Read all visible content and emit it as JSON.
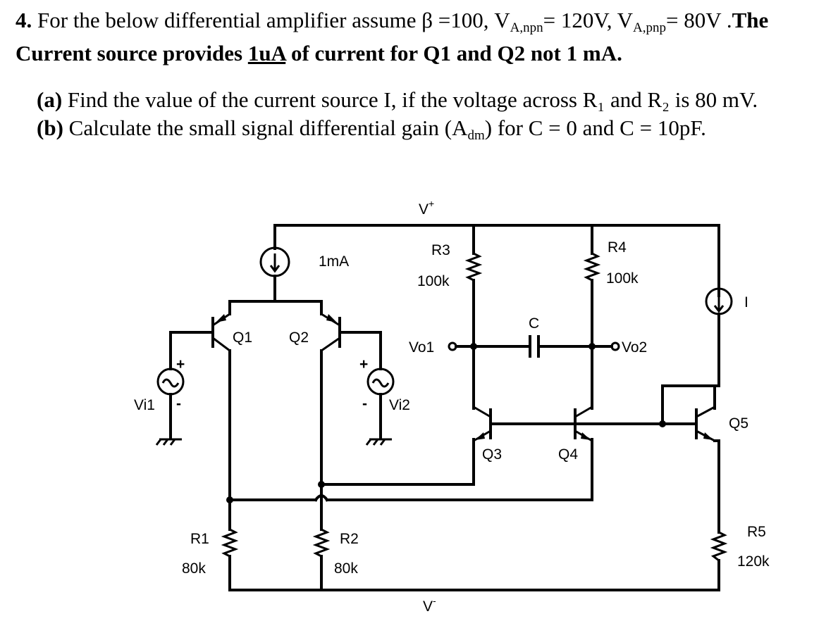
{
  "problem": {
    "line1_num": "4.",
    "line1_text": "For the below differential amplifier assume β =100, V",
    "va_npn_sub": "A,npn",
    "va_npn_val": "= 120V, V",
    "va_pnp_sub": "A,pnp",
    "va_pnp_val": "= 80V .",
    "line1_bold_tail": "The",
    "line2_a": "Current source provides ",
    "line2_u": "1uA",
    "line2_b": " of current for Q1 and Q2 not 1 mA.",
    "part_a_label": "(a)",
    "part_a_text": "Find the value of the current source I, if the voltage across R₁ and R₂ is 80 mV.",
    "part_b_label": "(b)",
    "part_b_text_1": "Calculate the small signal differential gain (A",
    "part_b_sub": "dm",
    "part_b_text_2": ") for C = 0 and C = 10pF."
  },
  "circuit": {
    "vplus": "V",
    "vplus_sup": "+",
    "vminus": "V",
    "vminus_sup": "-",
    "i_source_label": "1mA",
    "i_label": "I",
    "q1": "Q1",
    "q2": "Q2",
    "q3": "Q3",
    "q4": "Q4",
    "q5": "Q5",
    "r1": "R1",
    "r1_val": "80k",
    "r2": "R2",
    "r2_val": "80k",
    "r3": "R3",
    "r3_val": "100k",
    "r4": "R4",
    "r4_val": "100k",
    "r5": "R5",
    "r5_val": "120k",
    "c": "C",
    "vo1": "Vo1",
    "vo2": "Vo2",
    "vi1": "Vi1",
    "vi2": "Vi2",
    "plus": "+",
    "minus": "-"
  }
}
